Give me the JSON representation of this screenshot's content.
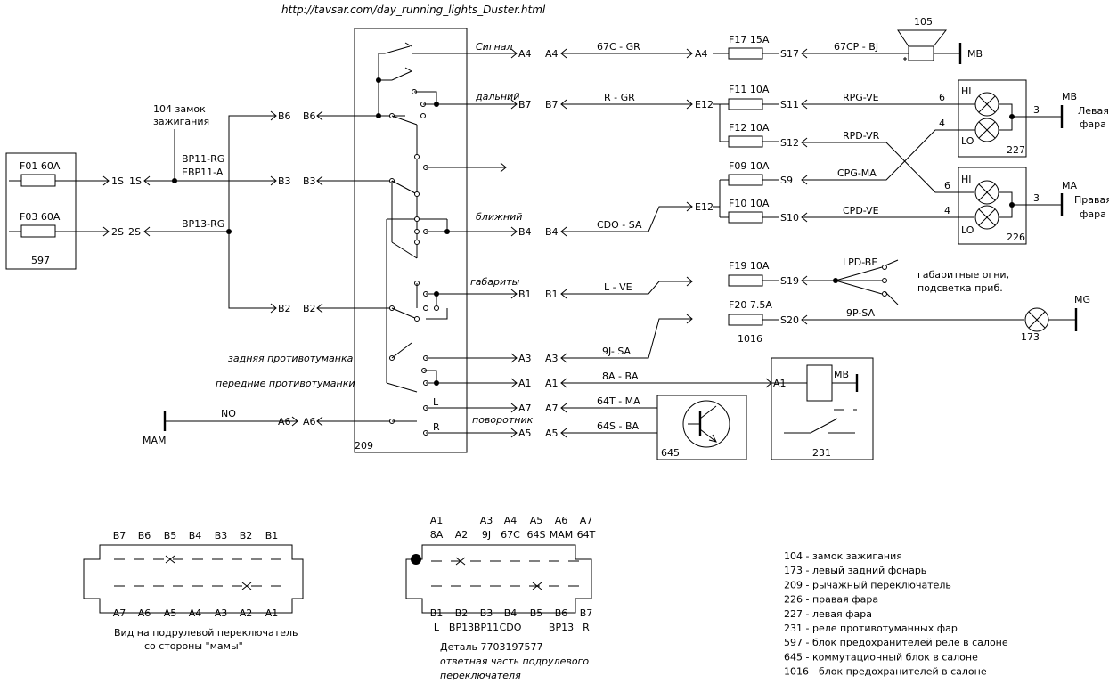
{
  "source_url": "http://tavsar.com/day_running_lights_Duster.html",
  "blocks": {
    "b597": {
      "id": "597",
      "fuse1": "F01  60A",
      "fuse2": "F03  60A"
    },
    "ignition": {
      "line1": "104 замок",
      "line2": "зажигания"
    },
    "b209": {
      "id": "209"
    },
    "b1016": {
      "id": "1016"
    },
    "b227": {
      "id": "227"
    },
    "b226": {
      "id": "226"
    },
    "b231": {
      "id": "231"
    },
    "b645": {
      "id": "645"
    },
    "horn": {
      "id": "105"
    },
    "rear_lamp": {
      "id": "173"
    }
  },
  "wires": {
    "bp11": "BP11-RG",
    "ebp11": "EBP11-A",
    "bp13": "BP13-RG",
    "gr67c": "67C - GR",
    "rgr": "R - GR",
    "cdo": "CDO - SA",
    "lve": "L - VE",
    "sa9j": "9J- SA",
    "ba8a": "8A - BA",
    "ma64t": "64T - MA",
    "ba64s": "64S - BA",
    "no": "NO",
    "bj67cp": "67CP - BJ",
    "rpgve": "RPG-VE",
    "rpdvr": "RPD-VR",
    "cpgma": "CPG-MA",
    "cpdve": "CPD-VE",
    "lpdbe": "LPD-BE",
    "sa9p": "9P-SA"
  },
  "pins": {
    "s1": "1S",
    "s1b": "1S",
    "s2": "2S",
    "s2b": "2S",
    "b6": "B6",
    "b3": "B3",
    "b2": "B2",
    "b7": "B7",
    "b4": "B4",
    "b1": "B1",
    "a4": "A4",
    "a3": "A3",
    "a1": "A1",
    "a7": "A7",
    "a5": "A5",
    "a6": "A6",
    "e12": "E12",
    "s17": "S17",
    "s11": "S11",
    "s12": "S12",
    "s9": "S9",
    "s10": "S10",
    "s19": "S19",
    "s20": "S20"
  },
  "fuses": {
    "f17": "F17  15A",
    "f11": "F11  10A",
    "f12": "F12  10A",
    "f09": "F09  10A",
    "f10": "F10  10A",
    "f19": "F19  10A",
    "f20": "F20  7.5A"
  },
  "switch_labels": {
    "signal": "Сигнал",
    "high": "дальний",
    "low": "ближний",
    "parking": "габариты",
    "rear_fog": "задняя противотуманка",
    "front_fog": "передние противотуманки",
    "turn": "поворотник",
    "l": "L",
    "r": "R"
  },
  "grounds": {
    "mb": "MB",
    "ma": "MA",
    "mg": "MG",
    "mam": "MAM"
  },
  "lamps": {
    "hi": "HI",
    "lo": "LO",
    "n6": "6",
    "n4": "4",
    "n3": "3",
    "left_head_1": "Левая",
    "left_head_2": "фара",
    "right_head_1": "Правая",
    "right_head_2": "фара",
    "parking_1": "габаритные огни,",
    "parking_2": "подсветка приб."
  },
  "connector1": {
    "top": [
      "B7",
      "B6",
      "B5",
      "B4",
      "B3",
      "B2",
      "B1"
    ],
    "bottom": [
      "A7",
      "A6",
      "A5",
      "A4",
      "A3",
      "A2",
      "A1"
    ],
    "caption1": "Вид на подрулевой переключатель",
    "caption2": "со стороны \"мамы\""
  },
  "connector2": {
    "top1": [
      "A1",
      "",
      "A3",
      "A4",
      "A5",
      "A6",
      "A7"
    ],
    "top2": [
      "8A",
      "A2",
      "9J",
      "67C",
      "64S",
      "MAM",
      "64T"
    ],
    "bot1": [
      "B1",
      "B2",
      "B3",
      "B4",
      "B5",
      "B6",
      "B7"
    ],
    "bot2": [
      "L",
      "BP13",
      "BP11",
      "CDO",
      "",
      "BP13",
      "R"
    ],
    "caption1": "Деталь 7703197577",
    "caption2": "ответная часть подрулевого",
    "caption3": "переключателя"
  },
  "legend": [
    "104 - замок зажигания",
    "173 - левый задний фонарь",
    "209 - рычажный переключатель",
    "226 - правая фара",
    "227 - левая фара",
    "231 - реле противотуманных фар",
    "597 - блок предохранителей реле в салоне",
    "645 - коммутационный блок в салоне",
    "1016  - блок предохранителей в салоне"
  ]
}
